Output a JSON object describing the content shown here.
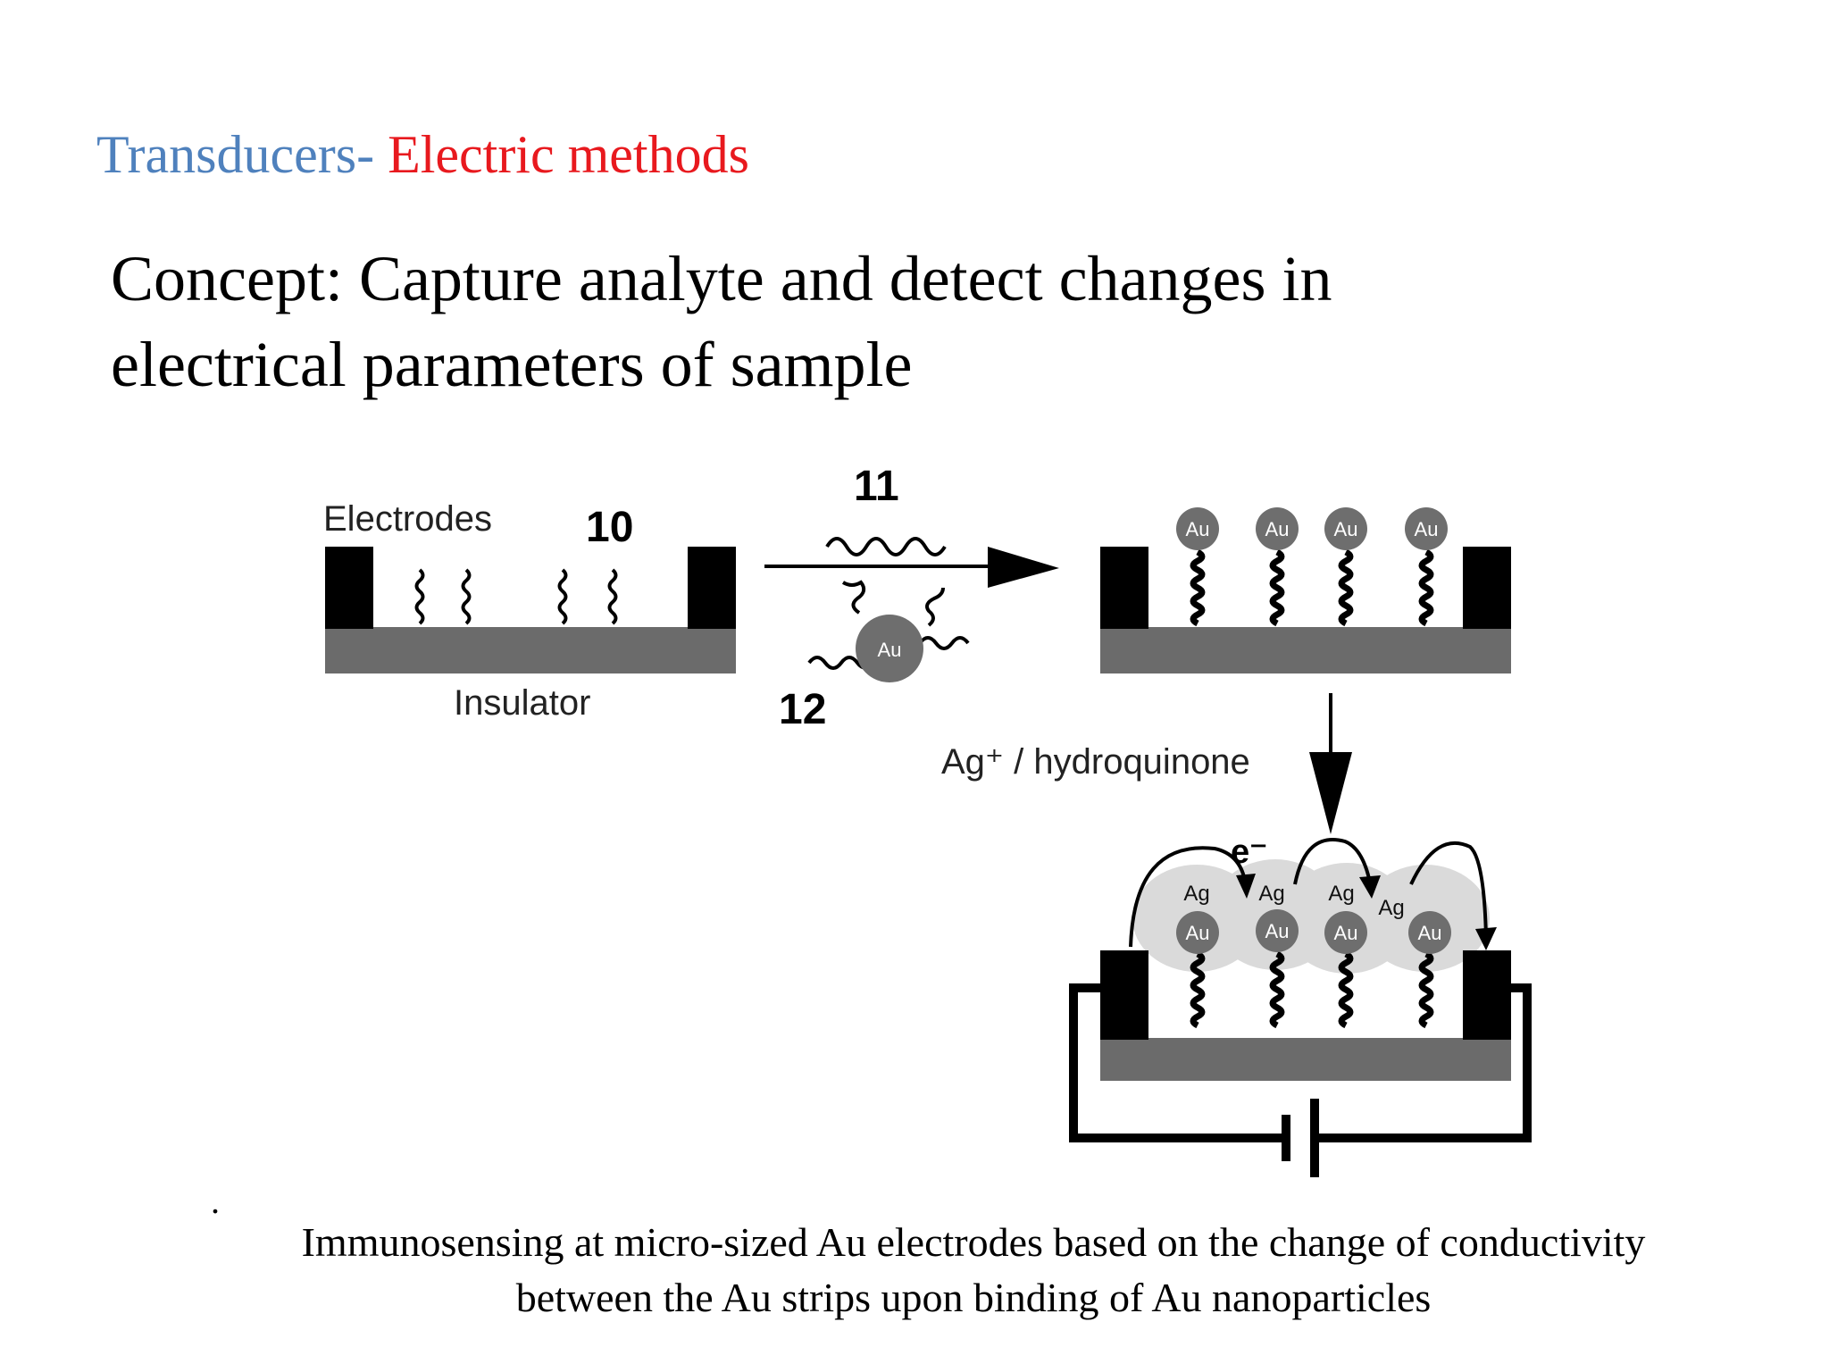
{
  "title": {
    "part1": "Transducers-",
    "part2": "Electric methods",
    "color1": "#4f81bd",
    "color2": "#e8191e"
  },
  "concept": {
    "line1": "Concept: Capture analyte and detect changes in",
    "line2": "electrical parameters of sample"
  },
  "diagram": {
    "electrodes_label": "Electrodes",
    "insulator_label": "Insulator",
    "step10": "10",
    "step11": "11",
    "step12": "12",
    "au": "Au",
    "ag": "Ag",
    "reagent": "Ag⁺ / hydroquinone",
    "electron": "e⁻"
  },
  "footnote_dot": ".",
  "caption": {
    "line1": "Immunosensing at micro-sized Au electrodes based on the change of conductivity",
    "line2": "between the Au strips upon binding of Au nanoparticles"
  }
}
